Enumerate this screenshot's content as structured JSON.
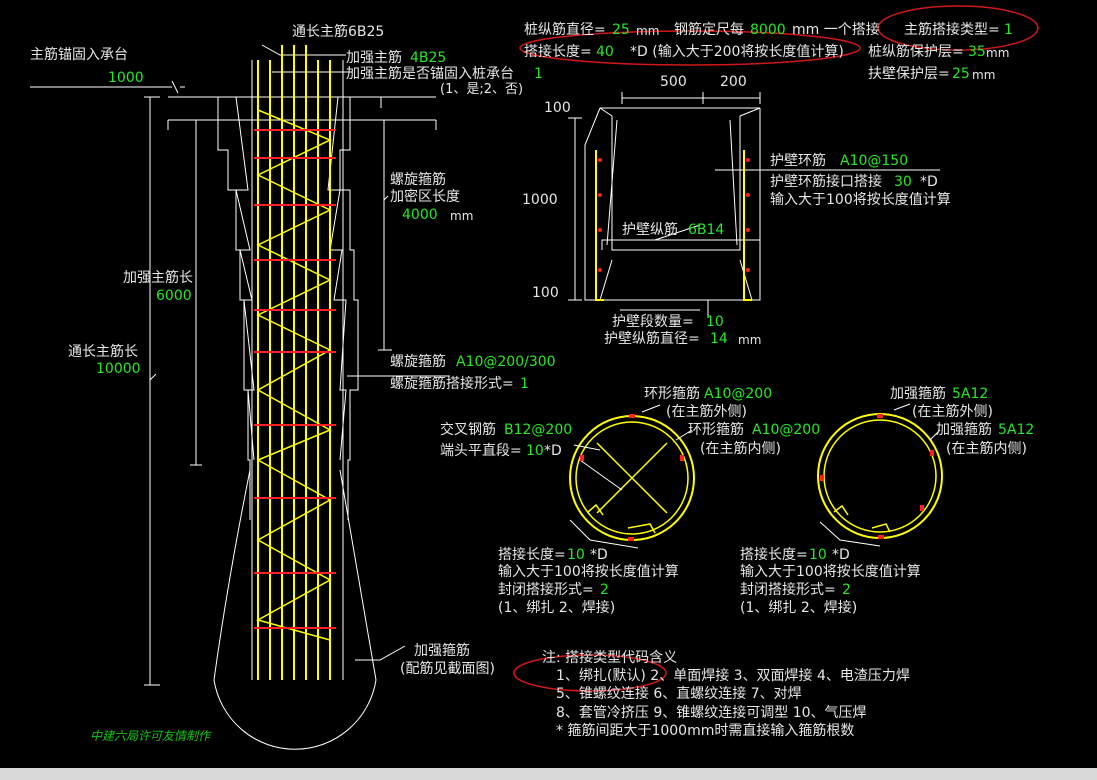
{
  "labels": {
    "anchor_main": "主筋锚固入承台",
    "anchor_main_val": "1000",
    "long_main": "通长主筋6B25",
    "strong_main": "加强主筋",
    "strong_main_val": "4B25",
    "strong_anchor": "加强主筋是否锚固入桩承台",
    "strong_anchor_val": "1",
    "strong_anchor_opts": "(1、是;2、否)",
    "spiral_dense_1": "螺旋箍筋",
    "spiral_dense_2": "加密区长度",
    "spiral_dense_val": "4000",
    "spiral_dense_unit": "mm",
    "strong_len": "加强主筋长",
    "strong_len_val": "6000",
    "long_len": "通长主筋长",
    "long_len_val": "10000",
    "spiral": "螺旋箍筋",
    "spiral_val": "A10@200/300",
    "spiral_lap": "螺旋箍筋搭接形式=",
    "spiral_lap_val": "1",
    "strong_stirrup": "加强箍筋",
    "strong_stirrup_note": "(配筋见截面图)",
    "signature": "中建六局许可友情制作"
  },
  "top": {
    "pile_dia": "桩纵筋直径=",
    "pile_dia_val": "25",
    "mm1": "mm",
    "fixed_len": "钢筋定尺每",
    "fixed_len_val": "8000",
    "fixed_len_tail": "mm 一个搭接",
    "lap_type": "主筋搭接类型=",
    "lap_type_val": "1",
    "lap_len": "搭接长度=",
    "lap_len_val": "40",
    "lap_len_tail": "*D (输入大于200将按长度值计算)",
    "cover": "桩纵筋保护层=",
    "cover_val": "35",
    "mm2": "mm",
    "wall_cover": "扶壁保护层=",
    "wall_cover_val": "25",
    "mm3": "mm"
  },
  "wall": {
    "w500": "500",
    "w200": "200",
    "h100a": "100",
    "h1000": "1000",
    "h100b": "100",
    "ring": "护壁环筋",
    "ring_val": "A10@150",
    "ring_lap": "护壁环筋接口搭接",
    "ring_lap_val": "30",
    "ring_lap_unit": "*D",
    "ring_note": "输入大于100将按长度值计算",
    "long": "护壁纵筋",
    "long_val": "6B14",
    "seg_count": "护壁段数量=",
    "seg_count_val": "10",
    "long_dia": "护壁纵筋直径=",
    "long_dia_val": "14",
    "long_dia_unit": "mm"
  },
  "sec1": {
    "ring_out": "环形箍筋",
    "ring_out_val": "A10@200",
    "ring_out_note": "(在主筋外侧)",
    "cross": "交叉钢筋",
    "cross_val": "B12@200",
    "ring_in": "环形箍筋",
    "ring_in_val": "A10@200",
    "ring_in_note": "(在主筋内侧)",
    "end_seg": "端头平直段=",
    "end_seg_val": "10",
    "end_seg_unit": "*D",
    "lap": "搭接长度=",
    "lap_val": "10",
    "lap_unit": "*D",
    "note": "输入大于100将按长度值计算",
    "closed": "封闭搭接形式=",
    "closed_val": "2",
    "opts": "(1、绑扎  2、焊接)"
  },
  "sec2": {
    "out": "加强箍筋",
    "out_val": "5A12",
    "out_note": "(在主筋外侧)",
    "in": "加强箍筋",
    "in_val": "5A12",
    "in_note": "(在主筋内侧)",
    "lap": "搭接长度=",
    "lap_val": "10",
    "lap_unit": "*D",
    "note": "输入大于100将按长度值计算",
    "closed": "封闭搭接形式=",
    "closed_val": "2",
    "opts": "(1、绑扎  2、焊接)"
  },
  "notes": {
    "title": "注: 搭接类型代码含义",
    "row1": "1、绑扎(默认)     2、单面焊接    3、双面焊接    4、电渣压力焊",
    "row2": "5、锥螺纹连接     6、直螺纹连接    7、对焊",
    "row3": "8、套管冷挤压     9、锥螺纹连接可调型    10、气压焊",
    "row4": "* 箍筋间距大于1000mm时需直接输入箍筋根数"
  },
  "colors": {
    "line": "#ffffff",
    "yellow": "#ffff00",
    "red": "#ff2020",
    "green": "#28e628",
    "ellipse": "#d01818"
  }
}
